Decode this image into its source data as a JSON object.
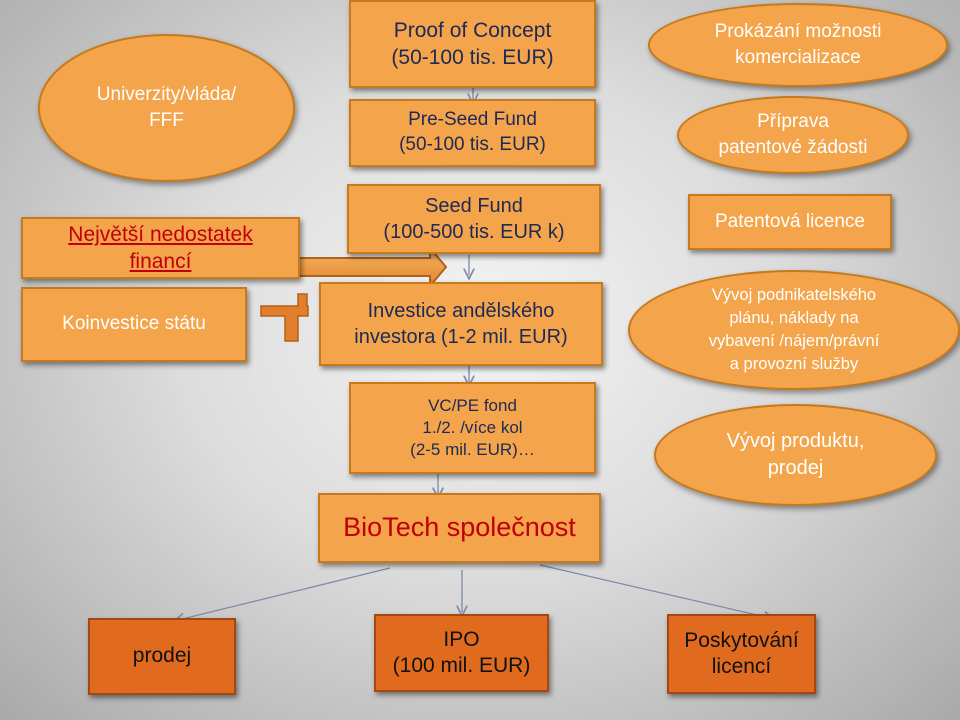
{
  "left": {
    "oval_univerzity": "Univerzity/vláda/\nFFF",
    "box_nedostatek": "Největší nedostatek financí",
    "box_koinvestice": "Koinvestice státu"
  },
  "center": {
    "proof_of_concept": "Proof of Concept\n(50-100 tis. EUR)",
    "pre_seed": "Pre-Seed Fund\n(50-100 tis. EUR)",
    "seed_fund": "Seed Fund\n(100-500 tis. EUR k)",
    "andelsky": "Investice andělského\ninvestora (1-2 mil. EUR)",
    "vc_pe": "VC/PE fond\n1./2. /více kol\n(2-5 mil. EUR)…",
    "biotech": "BioTech společnost"
  },
  "right": {
    "prokazani": "Prokázání možnosti\nkomercializace",
    "priprava": "Příprava\npatentové žádosti",
    "patentova_licence": "Patentová licence",
    "vyvoj_planu": "Vývoj podnikatelského\nplánu, náklady na\nvybavení /nájem/právní\na provozní služby",
    "vyvoj_produktu": "Vývoj produktu,\nprodej"
  },
  "bottom": {
    "prodej": "prodej",
    "ipo": "IPO\n(100 mil. EUR)",
    "poskytovani": "Poskytování\nlicencí"
  },
  "colors": {
    "box_fill": "#f4a44a",
    "bottom_fill": "#e06a1e",
    "text_white": "#ffffff",
    "text_navy": "#1d2a55",
    "text_red": "#c0000b"
  },
  "icons": [
    "plus-icon",
    "right-arrow-icon"
  ]
}
